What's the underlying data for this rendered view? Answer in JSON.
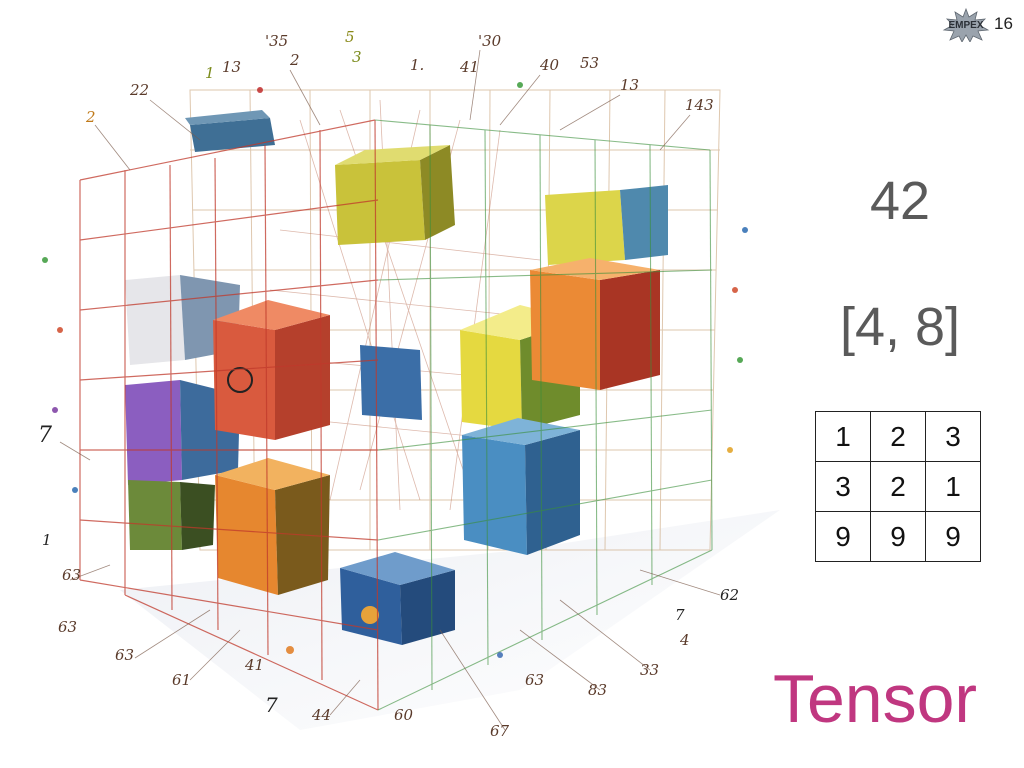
{
  "header": {
    "logo_text": "EMPEX",
    "slide_number": "16"
  },
  "illustration": {
    "subject": "tensor-cube-grid",
    "labels": [
      "'35",
      "5",
      "3",
      "1.",
      "'30",
      "41",
      "40",
      "53",
      "13",
      "143",
      "2",
      "1",
      "22",
      "13",
      "2",
      "7",
      "1",
      "63",
      "63",
      "63",
      "61",
      "41",
      "7",
      "44",
      "60",
      "67",
      "63",
      "83",
      "33",
      "4",
      "7",
      "62"
    ]
  },
  "examples": {
    "scalar": "42",
    "vector": "[4, 8]",
    "matrix": [
      [
        "1",
        "2",
        "3"
      ],
      [
        "3",
        "2",
        "1"
      ],
      [
        "9",
        "9",
        "9"
      ]
    ]
  },
  "title": "Tensor",
  "colors": {
    "title": "#c03780",
    "example_text": "#5a5a5a"
  }
}
